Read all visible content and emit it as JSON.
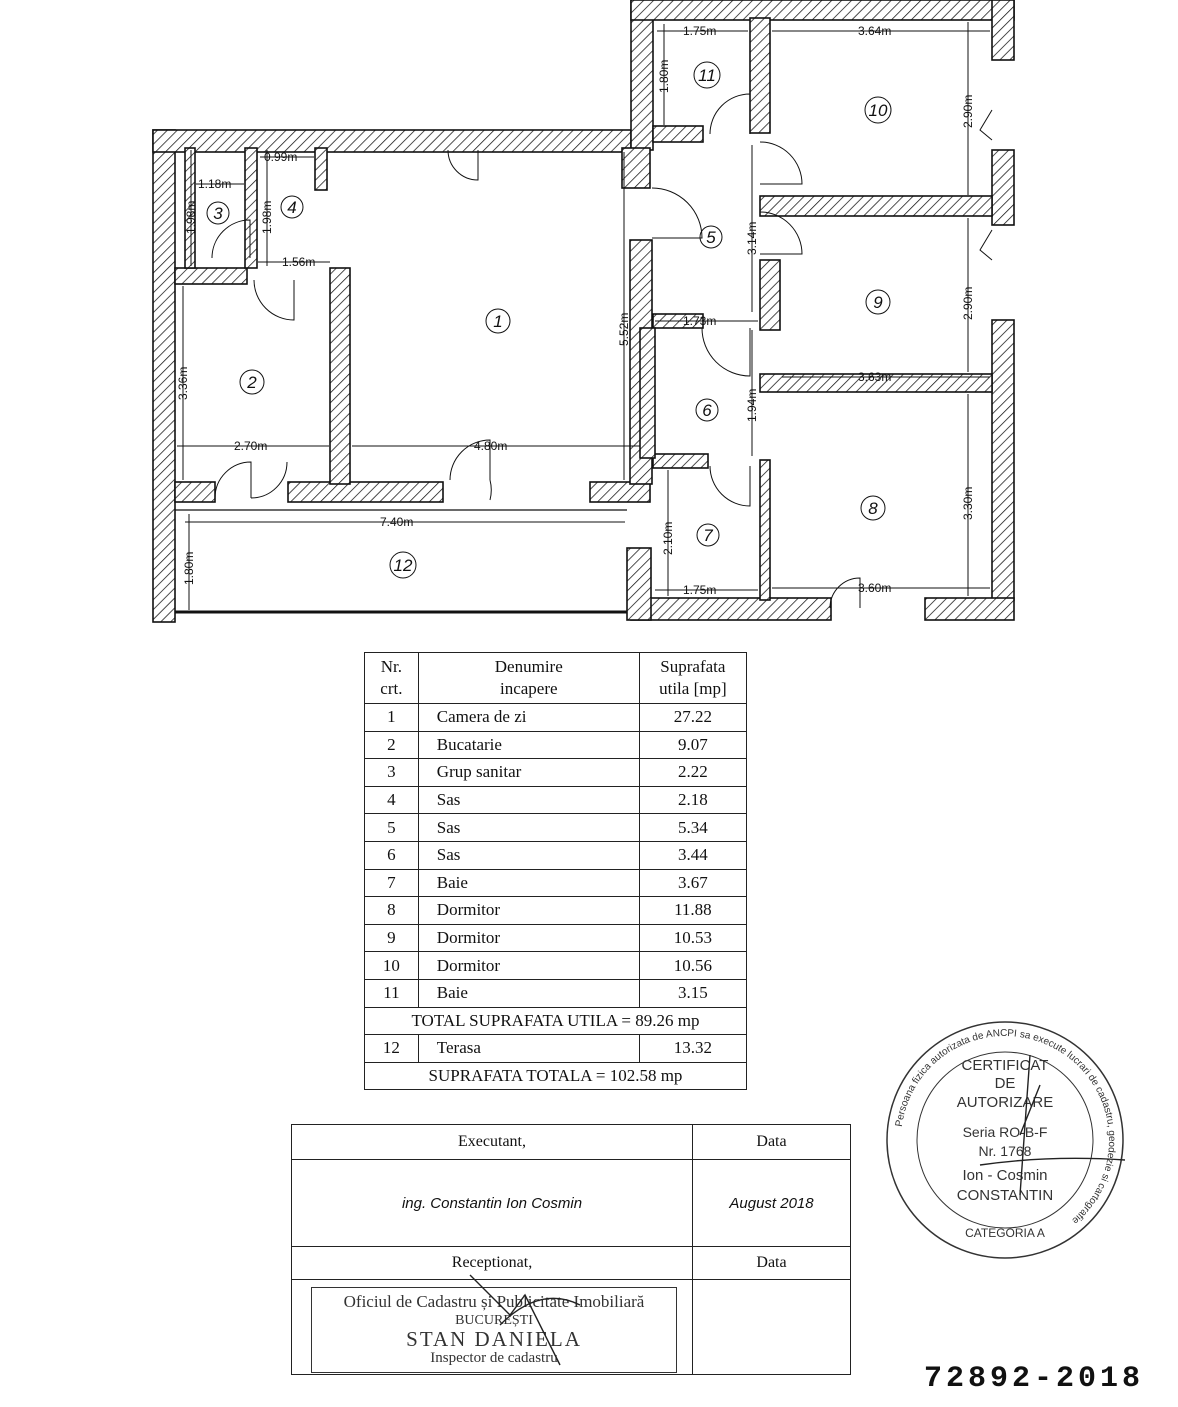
{
  "plan": {
    "rooms": [
      {
        "no": "1"
      },
      {
        "no": "2"
      },
      {
        "no": "3"
      },
      {
        "no": "4"
      },
      {
        "no": "5"
      },
      {
        "no": "6"
      },
      {
        "no": "7"
      },
      {
        "no": "8"
      },
      {
        "no": "9"
      },
      {
        "no": "10"
      },
      {
        "no": "11"
      },
      {
        "no": "12"
      }
    ],
    "dims": {
      "d175a": "1.75m",
      "d364": "3.64m",
      "d180a": "1.80m",
      "d290a": "2.90m",
      "d099": "0.99m",
      "d118": "1.18m",
      "d198a": "1.98m",
      "d198b": "1.98m",
      "d156": "1.56m",
      "d314": "3.14m",
      "d552": "5.52m",
      "d336": "3.36m",
      "d173": "1.73m",
      "d290b": "2.90m",
      "d363": "3.63m",
      "d194": "1.94m",
      "d270": "2.70m",
      "d480": "4.80m",
      "d740": "7.40m",
      "d210": "2.10m",
      "d330": "3.30m",
      "d180b": "1.80m",
      "d175b": "1.75m",
      "d360": "3.60m"
    }
  },
  "rooms_table": {
    "h_no": "Nr.",
    "h_no2": "crt.",
    "h_name": "Denumire",
    "h_name2": "incapere",
    "h_area": "Suprafata",
    "h_area2": "utila [mp]",
    "rows": [
      {
        "no": "1",
        "name": "Camera de zi",
        "area": "27.22"
      },
      {
        "no": "2",
        "name": "Bucatarie",
        "area": "9.07"
      },
      {
        "no": "3",
        "name": "Grup sanitar",
        "area": "2.22"
      },
      {
        "no": "4",
        "name": "Sas",
        "area": "2.18"
      },
      {
        "no": "5",
        "name": "Sas",
        "area": "5.34"
      },
      {
        "no": "6",
        "name": "Sas",
        "area": "3.44"
      },
      {
        "no": "7",
        "name": "Baie",
        "area": "3.67"
      },
      {
        "no": "8",
        "name": "Dormitor",
        "area": "11.88"
      },
      {
        "no": "9",
        "name": "Dormitor",
        "area": "10.53"
      },
      {
        "no": "10",
        "name": "Dormitor",
        "area": "10.56"
      },
      {
        "no": "11",
        "name": "Baie",
        "area": "3.15"
      }
    ],
    "total_useful": "TOTAL SUPRAFATA UTILA = 89.26 mp",
    "terrace": {
      "no": "12",
      "name": "Terasa",
      "area": "13.32"
    },
    "total": "SUPRAFATA TOTALA = 102.58 mp"
  },
  "sign_table": {
    "executant_label": "Executant,",
    "date_label": "Data",
    "executant_name": "ing. Constantin Ion Cosmin",
    "executant_date": "August 2018",
    "received_label": "Receptionat,",
    "date_label2": "Data",
    "stamp_line1": "Oficiul de Cadastru și Publicitate Imobiliară",
    "stamp_line2": "BUCUREȘTI",
    "stamp_line3": "STAN DANIELA",
    "stamp_line4": "Inspector de cadastru"
  },
  "seal": {
    "line1": "CERTIFICAT",
    "line2": "DE",
    "line3": "AUTORIZARE",
    "line4": "Seria RO-B-F",
    "line5": "Nr. 1768",
    "line6": "Ion - Cosmin",
    "line7": "CONSTANTIN",
    "line8": "CATEGORIA A",
    "ring": "Persoana fizica autorizata de ANCPI sa execute lucrari de cadastru, geodezie si cartografie"
  },
  "registration_no": "72892-2018"
}
